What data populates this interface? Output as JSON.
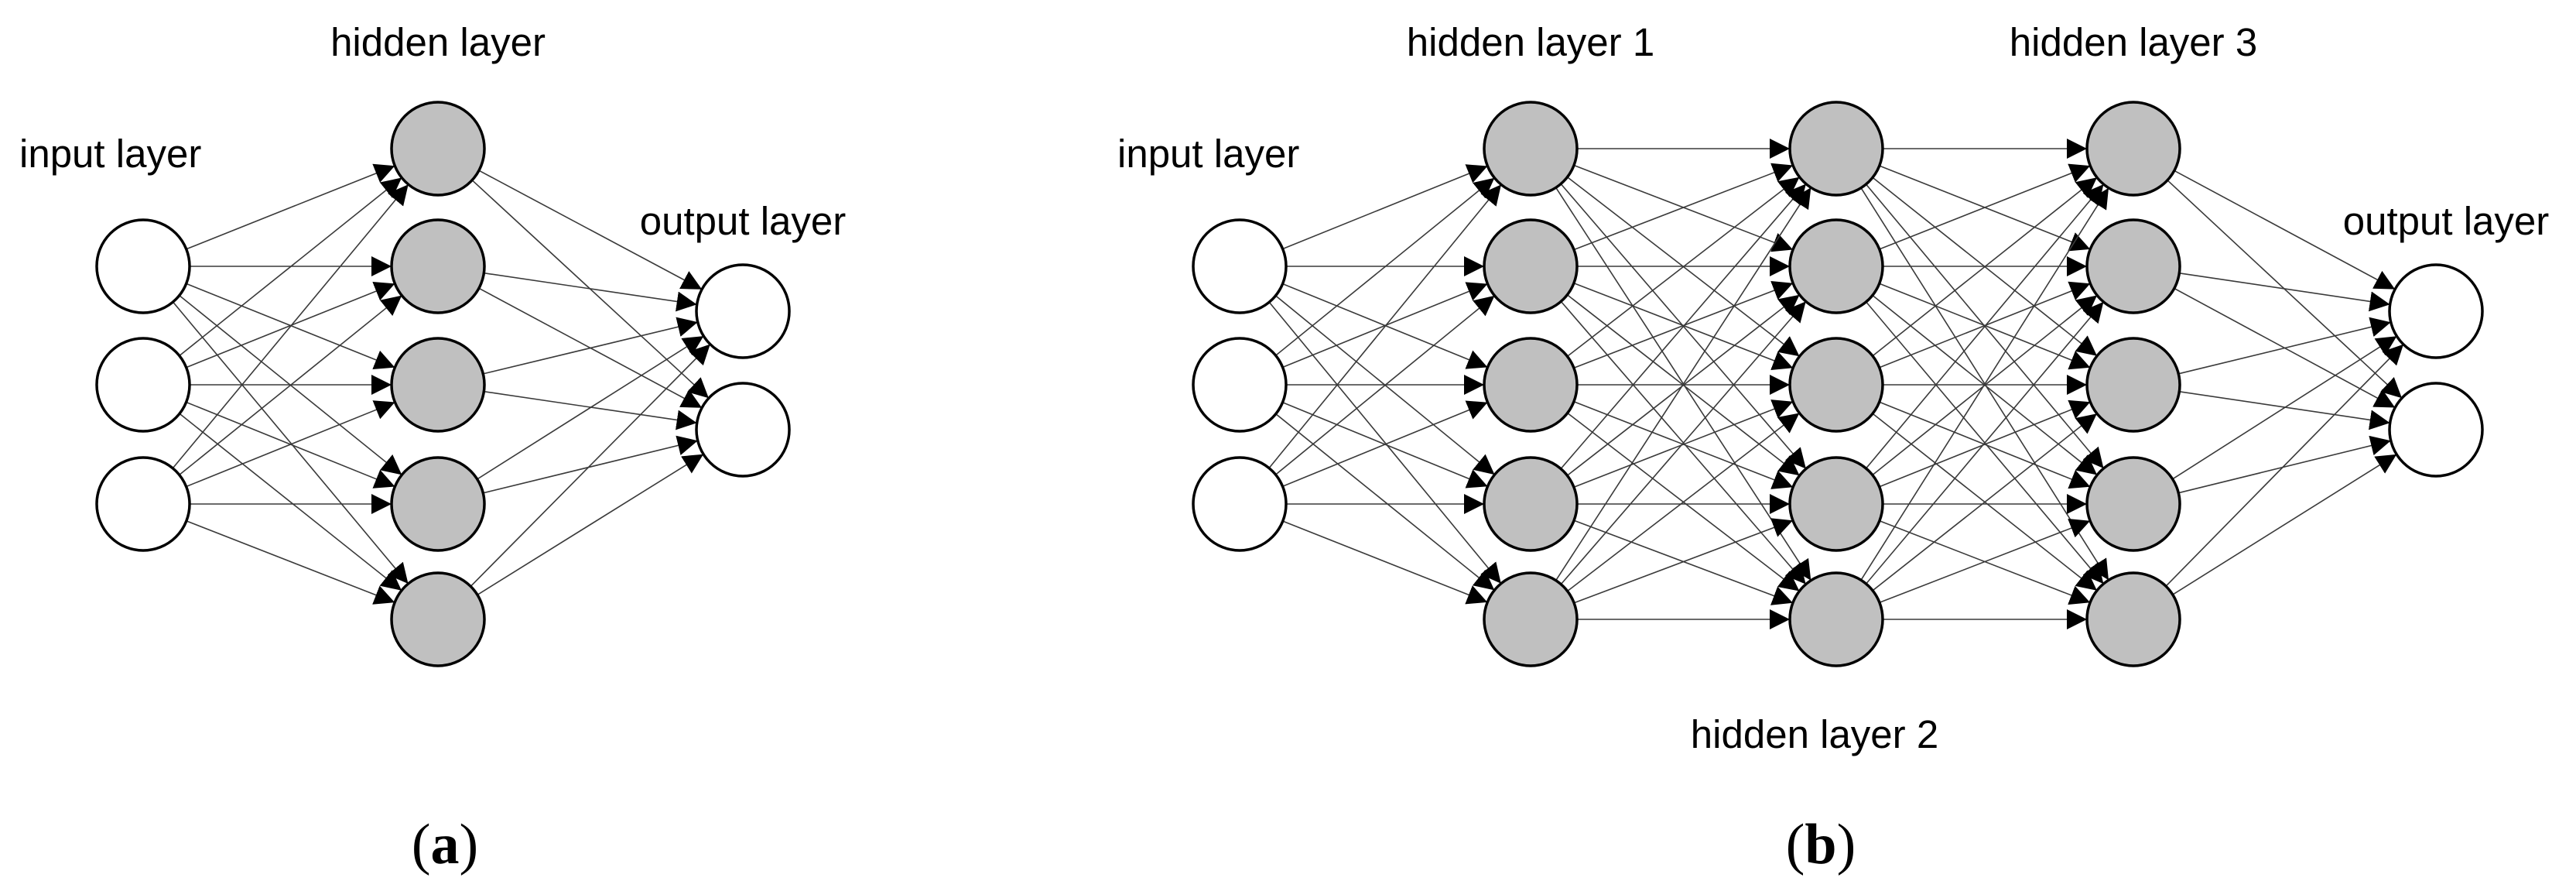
{
  "diagrams": [
    {
      "id": "a",
      "caption_open": "(",
      "caption_letter": "a",
      "caption_close": ")",
      "labels": {
        "input": "input layer",
        "hidden": [
          "hidden layer"
        ],
        "output": "output layer"
      },
      "layers": [
        {
          "role": "input",
          "neurons": 3,
          "fill": "#ffffff"
        },
        {
          "role": "hidden",
          "neurons": 5,
          "fill": "#c0c0c0"
        },
        {
          "role": "output",
          "neurons": 2,
          "fill": "#ffffff"
        }
      ]
    },
    {
      "id": "b",
      "caption_open": "(",
      "caption_letter": "b",
      "caption_close": ")",
      "labels": {
        "input": "input layer",
        "hidden": [
          "hidden layer 1",
          "hidden layer 2",
          "hidden layer 3"
        ],
        "output": "output layer"
      },
      "layers": [
        {
          "role": "input",
          "neurons": 3,
          "fill": "#ffffff"
        },
        {
          "role": "hidden",
          "neurons": 5,
          "fill": "#c0c0c0"
        },
        {
          "role": "hidden",
          "neurons": 5,
          "fill": "#c0c0c0"
        },
        {
          "role": "hidden",
          "neurons": 5,
          "fill": "#c0c0c0"
        },
        {
          "role": "output",
          "neurons": 2,
          "fill": "#ffffff"
        }
      ]
    }
  ],
  "colors": {
    "edge": "#3a3a3a",
    "node_stroke": "#000000",
    "arrowhead": "#000000"
  }
}
